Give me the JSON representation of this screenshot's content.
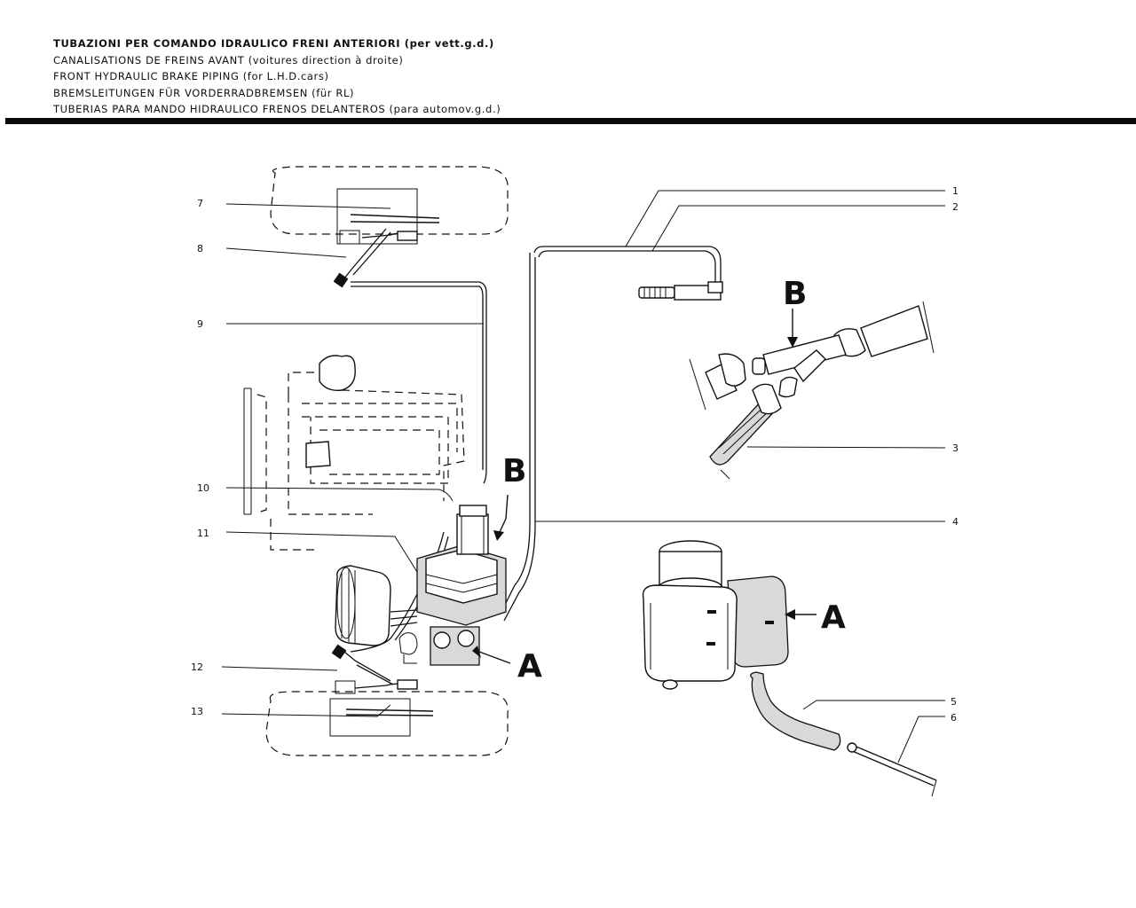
{
  "title_lines": [
    "TUBAZIONI PER COMANDO IDRAULICO FRENI ANTERIORI (per vett.g.d.)",
    "CANALISATIONS DE FREINS AVANT (voitures direction à droite)",
    "FRONT HYDRAULIC BRAKE PIPING (for L.H.D.cars)",
    "BREMSLEITUNGEN FÜR VORDERRADBREMSEN (für RL)",
    "TUBERIAS PARA MANDO HIDRAULICO FRENOS DELANTEROS (para automov.g.d.)"
  ],
  "callouts": {
    "n1": "1",
    "n2": "2",
    "n3": "3",
    "n4": "4",
    "n5": "5",
    "n6": "6",
    "n7": "7",
    "n8": "8",
    "n9": "9",
    "n10": "10",
    "n11": "11",
    "n12": "12",
    "n13": "13"
  },
  "detail_letters": {
    "b_main": "B",
    "a_main": "A",
    "b_detail": "B",
    "a_detail": "A"
  }
}
